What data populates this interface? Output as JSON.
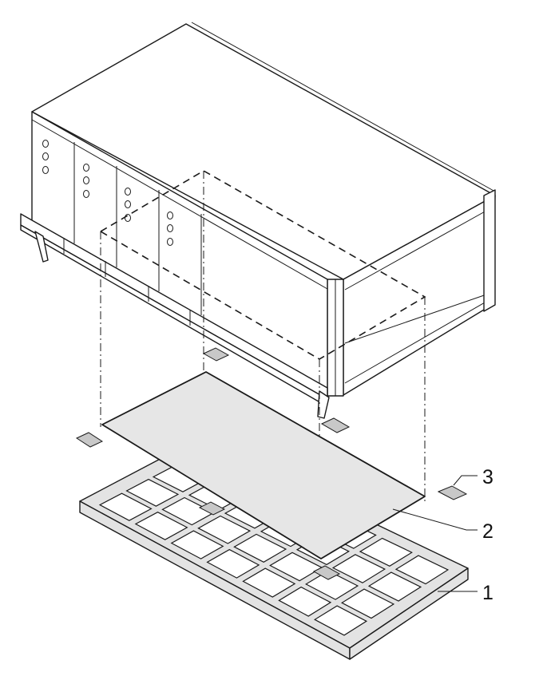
{
  "diagram": {
    "callouts": [
      {
        "id": "1",
        "label": "1"
      },
      {
        "id": "2",
        "label": "2"
      },
      {
        "id": "3",
        "label": "3"
      }
    ],
    "colors": {
      "line": "#1a1a1a",
      "pad_fill": "#c8c8c8",
      "sheet_fill": "#e6e6e6",
      "tray_fill": "#e3e3e3"
    }
  }
}
